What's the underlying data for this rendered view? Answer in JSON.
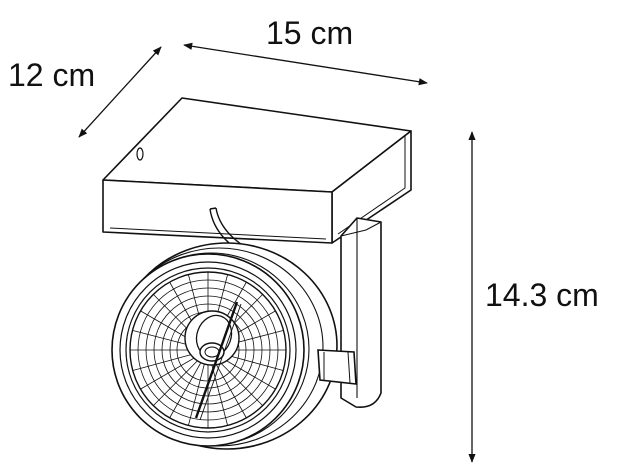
{
  "dimensions": {
    "width": "15 cm",
    "depth": "12 cm",
    "height": "14.3 cm"
  },
  "colors": {
    "line": "#111111",
    "background": "#ffffff"
  }
}
